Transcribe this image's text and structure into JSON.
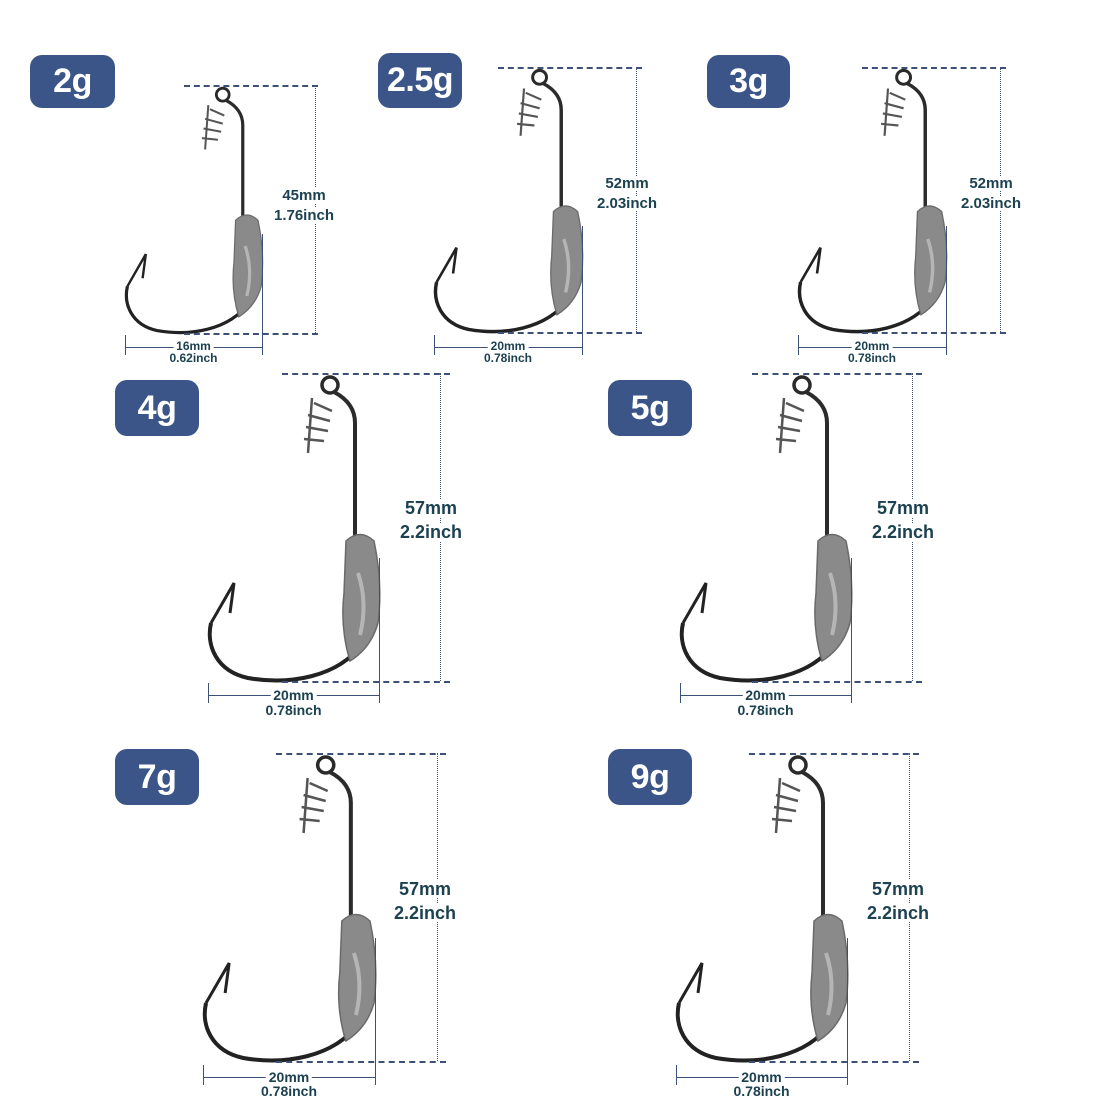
{
  "colors": {
    "badge": "#3b5588",
    "text": "#1c4150",
    "lines": "#3d5178"
  },
  "hooks": [
    {
      "weight": "2g",
      "height_mm": "45mm",
      "height_inch": "1.76inch",
      "width_mm": "16mm",
      "width_inch": "0.62inch"
    },
    {
      "weight": "2.5g",
      "height_mm": "52mm",
      "height_inch": "2.03inch",
      "width_mm": "20mm",
      "width_inch": "0.78inch"
    },
    {
      "weight": "3g",
      "height_mm": "52mm",
      "height_inch": "2.03inch",
      "width_mm": "20mm",
      "width_inch": "0.78inch"
    },
    {
      "weight": "4g",
      "height_mm": "57mm",
      "height_inch": "2.2inch",
      "width_mm": "20mm",
      "width_inch": "0.78inch"
    },
    {
      "weight": "5g",
      "height_mm": "57mm",
      "height_inch": "2.2inch",
      "width_mm": "20mm",
      "width_inch": "0.78inch"
    },
    {
      "weight": "7g",
      "height_mm": "57mm",
      "height_inch": "2.2inch",
      "width_mm": "20mm",
      "width_inch": "0.78inch"
    },
    {
      "weight": "9g",
      "height_mm": "57mm",
      "height_inch": "2.2inch",
      "width_mm": "20mm",
      "width_inch": "0.78inch"
    }
  ]
}
